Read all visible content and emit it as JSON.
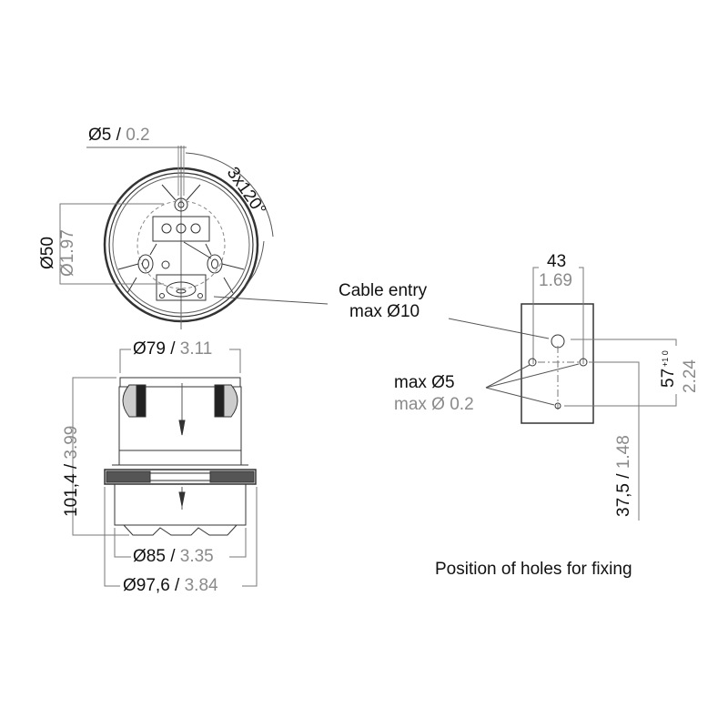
{
  "top_view": {
    "hole_dim": {
      "mm": "Ø5",
      "sep": " / ",
      "in": "0.2"
    },
    "angle": "3x120°",
    "bolt_circle": {
      "mm": "Ø50",
      "in": "Ø1.97"
    }
  },
  "side_view": {
    "top_diameter": {
      "mm": "Ø79",
      "sep": " / ",
      "in": "3.11"
    },
    "height": {
      "mm": "101,4",
      "sep": " / ",
      "in": "3.99"
    },
    "base_diameter": {
      "mm": "Ø85",
      "sep": " / ",
      "in": "3.35"
    },
    "flange_diameter": {
      "mm": "Ø97,6",
      "sep": " / ",
      "in": "3.84"
    }
  },
  "fixing_view": {
    "width": {
      "mm": "43",
      "in": "1.69"
    },
    "cable_entry": {
      "line1": "Cable entry",
      "line2": "max Ø10"
    },
    "hole_max": {
      "mm": "max Ø5",
      "in": "max Ø 0.2"
    },
    "vertical_spacing": {
      "mm": "57",
      "tol": "+1 0",
      "in": "2.24"
    },
    "offset": {
      "mm": "37,5",
      "sep": " / ",
      "in": "1.48"
    },
    "caption": "Position of holes for fixing"
  }
}
